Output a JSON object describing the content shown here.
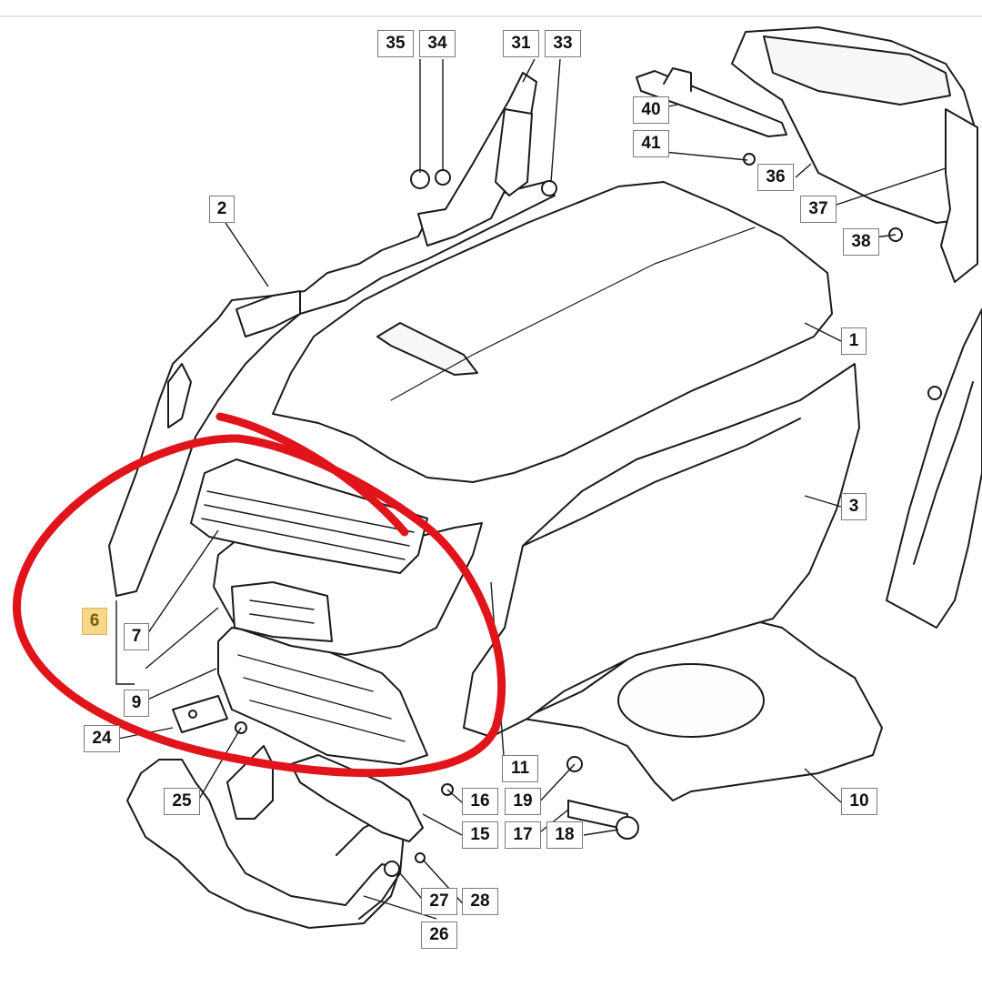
{
  "diagram": {
    "callouts": {
      "c1": "1",
      "c2": "2",
      "c3": "3",
      "c6": "6",
      "c7": "7",
      "c9": "9",
      "c10": "10",
      "c11": "11",
      "c15": "15",
      "c16": "16",
      "c17": "17",
      "c18": "18",
      "c19": "19",
      "c24": "24",
      "c25": "25",
      "c26": "26",
      "c27": "27",
      "c28": "28",
      "c31": "31",
      "c33": "33",
      "c34": "34",
      "c35": "35",
      "c36": "36",
      "c37": "37",
      "c38": "38",
      "c40": "40",
      "c41": "41"
    },
    "highlighted_part": "6",
    "annotation_color": "#e0141a",
    "line_color": "#1a1a1a",
    "highlight_color": "#f6d88a"
  }
}
